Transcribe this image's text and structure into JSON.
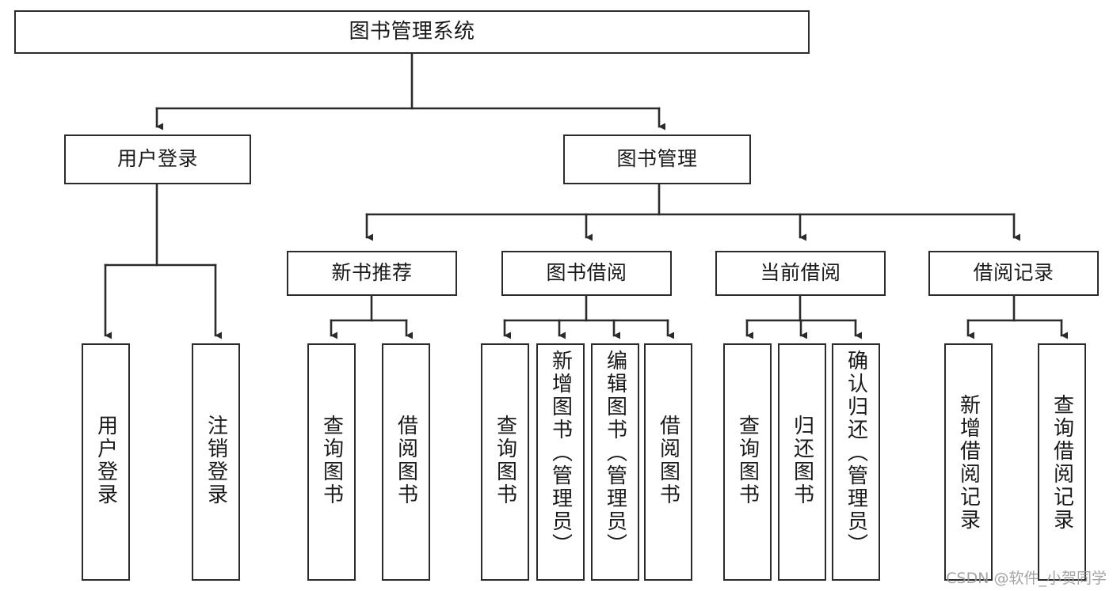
{
  "diagram": {
    "title": "图书管理系统",
    "type": "tree",
    "watermark": "CSDN @软件_小贺同学",
    "line_color": "#2b2b2b",
    "box_fill": "#ffffff",
    "text_color": "#1a1a1a",
    "root": {
      "label": "图书管理系统"
    },
    "level2": [
      {
        "label": "用户登录"
      },
      {
        "label": "图书管理"
      }
    ],
    "level3": [
      {
        "label": "新书推荐"
      },
      {
        "label": "图书借阅"
      },
      {
        "label": "当前借阅"
      },
      {
        "label": "借阅记录"
      }
    ],
    "leaves": {
      "user_login": [
        {
          "label": "用户登录"
        },
        {
          "label": "注销登录"
        }
      ],
      "new_book": [
        {
          "label": "查询图书"
        },
        {
          "label": "借阅图书"
        }
      ],
      "borrow_book": [
        {
          "label": "查询图书"
        },
        {
          "label": "新增图书（管理员）"
        },
        {
          "label": "编辑图书（管理员）"
        },
        {
          "label": "借阅图书"
        }
      ],
      "current_borrow": [
        {
          "label": "查询图书"
        },
        {
          "label": "归还图书"
        },
        {
          "label": "确认归还（管理员）"
        }
      ],
      "borrow_record": [
        {
          "label": "新增借阅记录"
        },
        {
          "label": "查询借阅记录"
        }
      ]
    }
  }
}
